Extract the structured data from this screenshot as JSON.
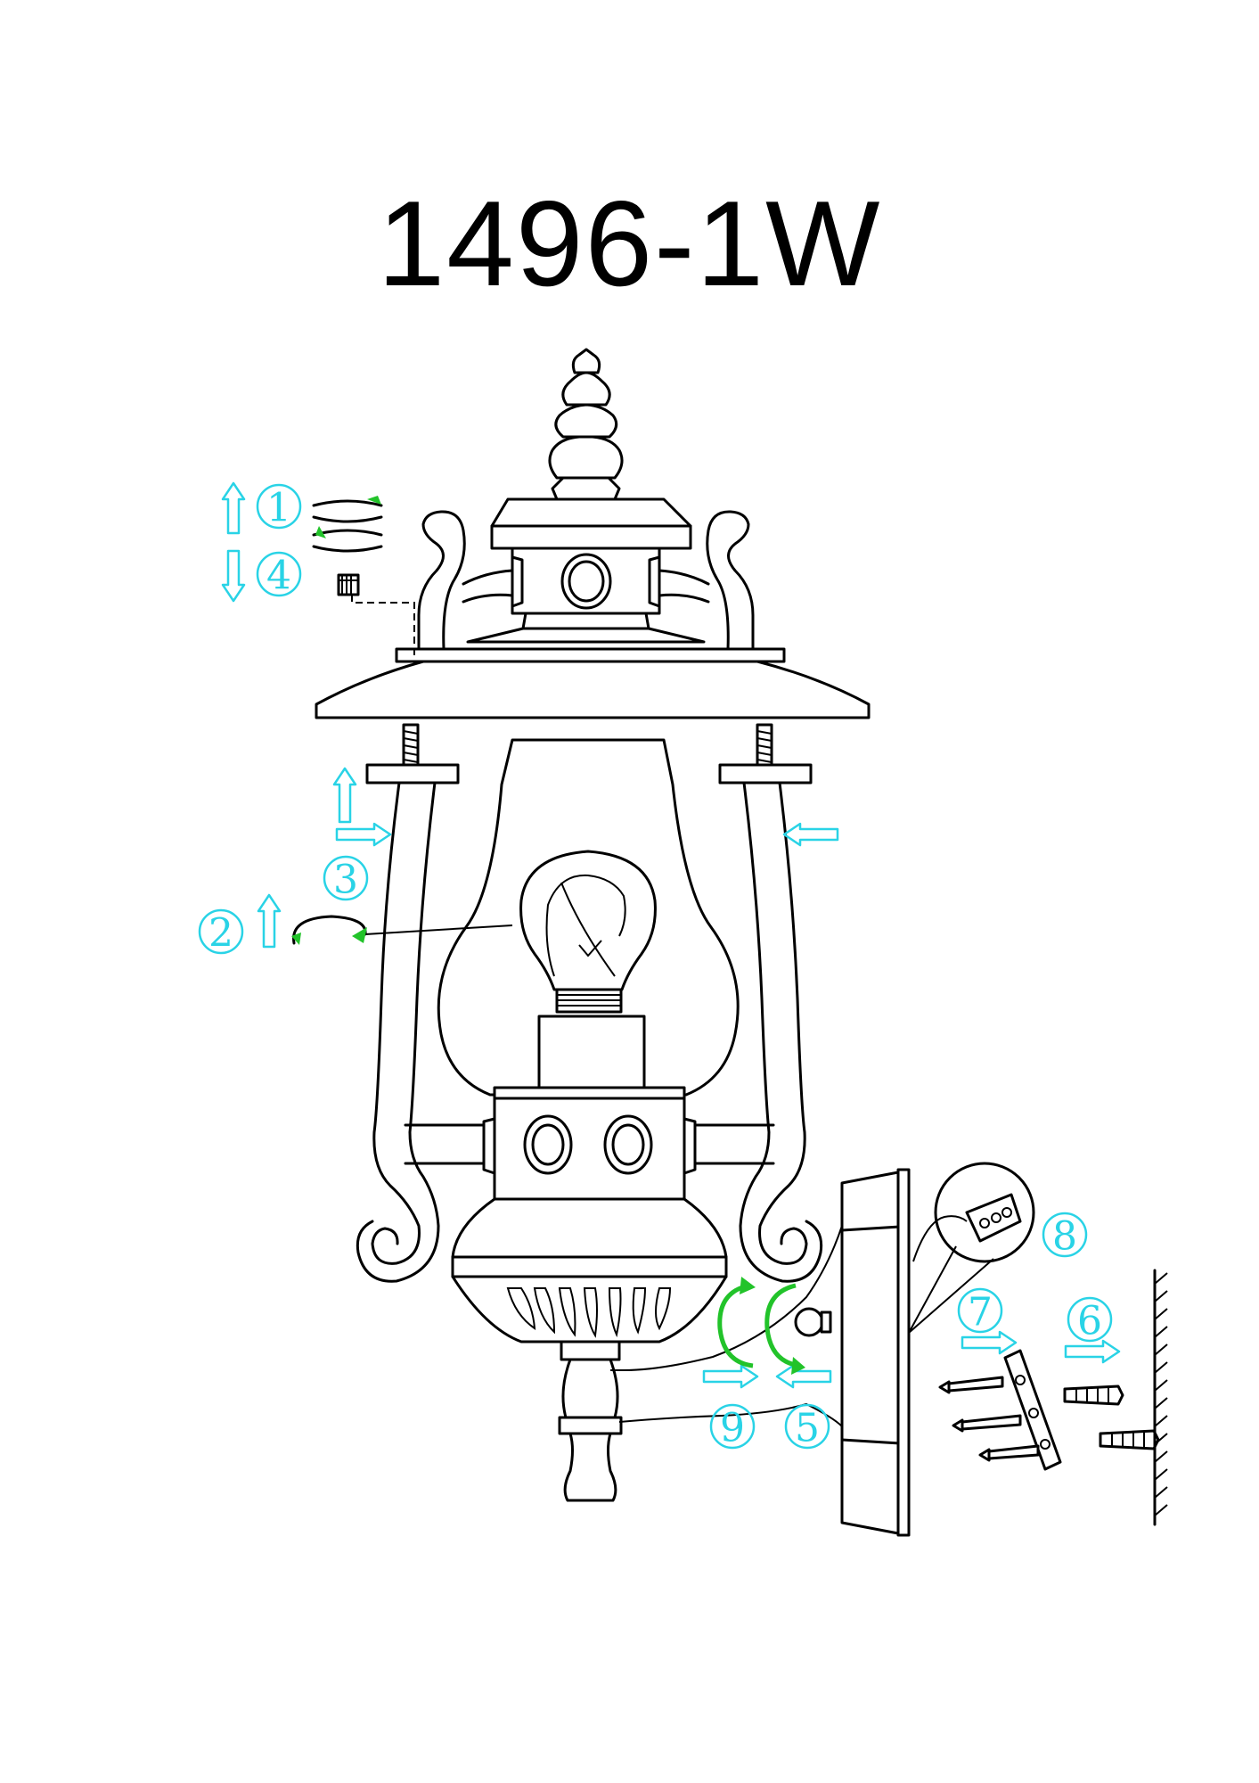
{
  "title": "1496-1W",
  "steps": [
    {
      "id": "step-1",
      "label": "1"
    },
    {
      "id": "step-2",
      "label": "2"
    },
    {
      "id": "step-3",
      "label": "3"
    },
    {
      "id": "step-4",
      "label": "4"
    },
    {
      "id": "step-5",
      "label": "5"
    },
    {
      "id": "step-6",
      "label": "6"
    },
    {
      "id": "step-7",
      "label": "7"
    },
    {
      "id": "step-8",
      "label": "8"
    },
    {
      "id": "step-9",
      "label": "9"
    }
  ],
  "colors": {
    "annotation": "#29d3e6",
    "rotation": "#22c32a",
    "line": "#000000"
  }
}
